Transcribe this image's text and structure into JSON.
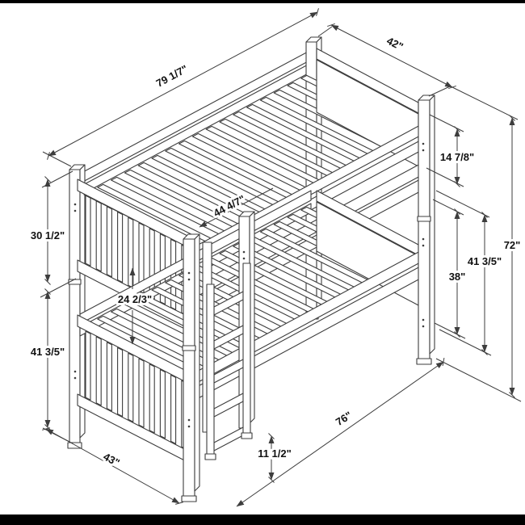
{
  "diagram": {
    "type": "isometric line drawing",
    "subject": "bunk bed with dimension annotations"
  },
  "labels": {
    "length_top": "79 1/7\"",
    "width_top": "42\"",
    "rail_gap_right": "14 7/8\"",
    "height_total": "72\"",
    "height_right_mid": "41 3/5\"",
    "height_bunk_right": "38\"",
    "height_left_top": "30 1/2\"",
    "height_left_bottom": "41 3/5\"",
    "panel_gap_left": "24 2/3\"",
    "rail_length_mid": "44 4/7\"",
    "ladder_bottom": "11 1/2\"",
    "length_bottom": "76\"",
    "width_bottom": "43\""
  },
  "colors": {
    "line": "#3d3d3d",
    "text": "#111111",
    "background": "#ffffff",
    "edge_bar": "#000000"
  }
}
